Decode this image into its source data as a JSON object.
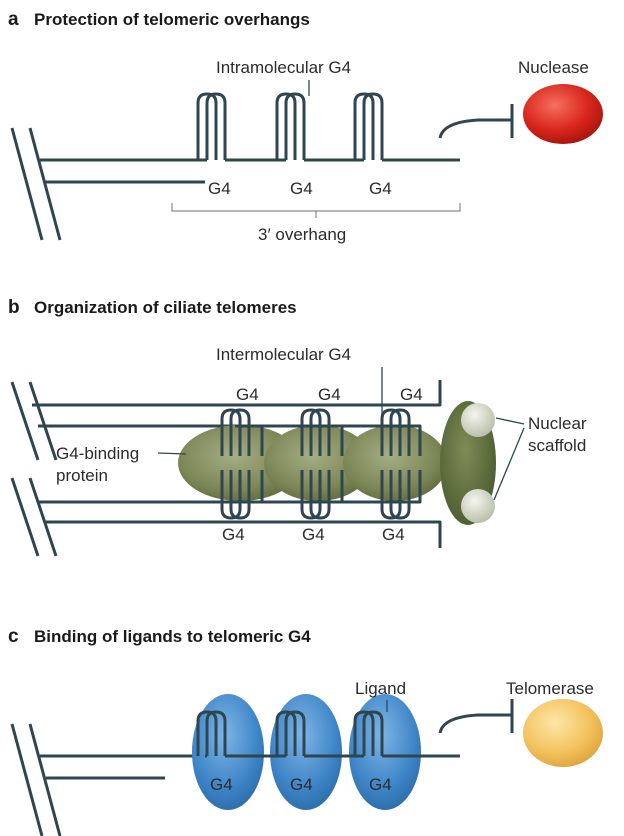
{
  "panels": {
    "a": {
      "letter": "a",
      "title": "Protection of telomeric overhangs",
      "callout": "Intramolecular G4",
      "g4_labels": [
        "G4",
        "G4",
        "G4"
      ],
      "bracket_label": "3′ overhang",
      "enzyme": "Nuclease"
    },
    "b": {
      "letter": "b",
      "title": "Organization of ciliate telomeres",
      "callout": "Intermolecular G4",
      "g4_top": [
        "G4",
        "G4",
        "G4"
      ],
      "g4_bottom": [
        "G4",
        "G4",
        "G4"
      ],
      "protein_label_line1": "G4-binding",
      "protein_label_line2": "protein",
      "scaffold_line1": "Nuclear",
      "scaffold_line2": "scaffold"
    },
    "c": {
      "letter": "c",
      "title": "Binding of ligands to telomeric G4",
      "callout": "Ligand",
      "g4_labels": [
        "G4",
        "G4",
        "G4"
      ],
      "enzyme": "Telomerase"
    }
  },
  "colors": {
    "strand": "#2f4650",
    "nuclease": "#d9261c",
    "protein": "#6f7c4a",
    "scaffold_body": "#5b6a3b",
    "scaffold_sphere": "#d4d8c6",
    "ligand": "#3f86c8",
    "telomerase": "#f2c25e"
  }
}
